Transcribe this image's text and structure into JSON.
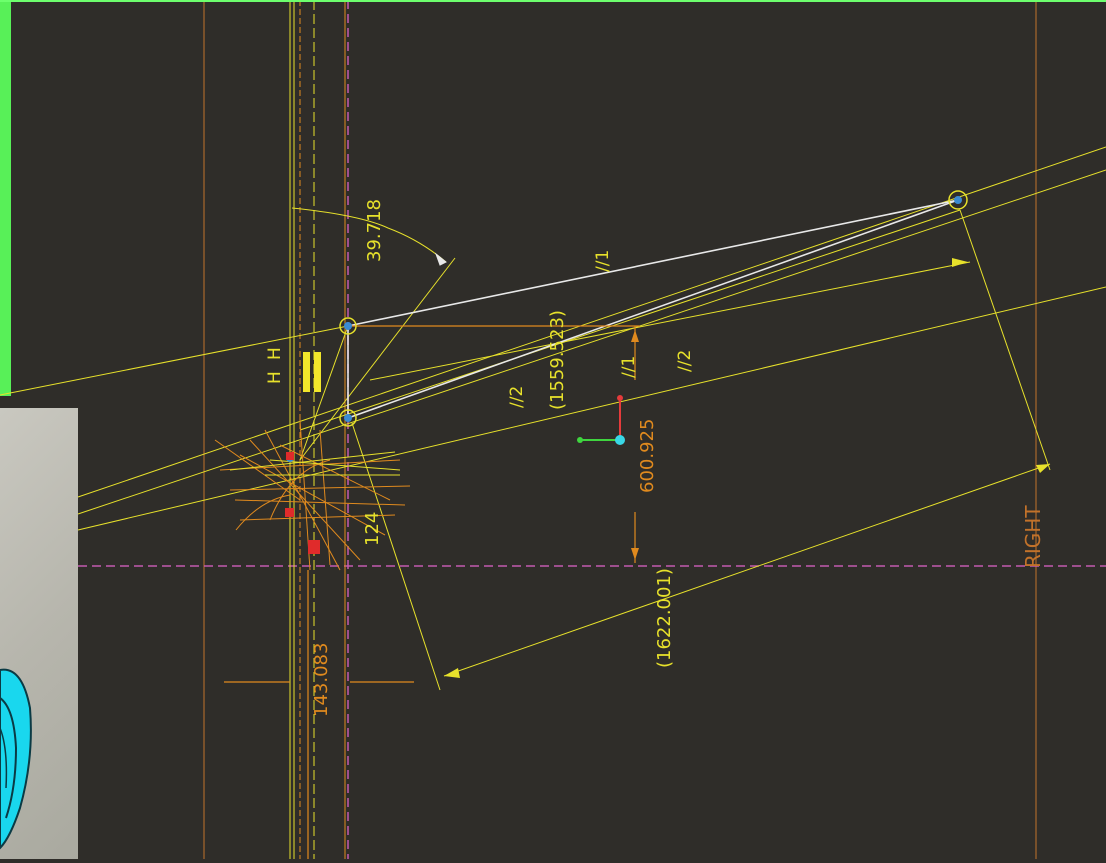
{
  "viewport": {
    "labels": {
      "angle": "39.718",
      "dim_vertical_1": "(1559.523)",
      "dim_vertical_2": "600.925",
      "dim_diagonal": "(1622.001)",
      "dim_small": "124",
      "dim_bottom": "143.083",
      "plane_right": "RIGHT",
      "constraint_1a": "//1",
      "constraint_1b": "//1",
      "constraint_2a": "//2",
      "constraint_2b": "//2",
      "constraint_h1": "H",
      "constraint_h2": "H"
    },
    "colors": {
      "background": "#2f2d29",
      "sketch_yellow": "#e7e12b",
      "dimension_orange": "#e08a1e",
      "reference_magenta": "#c45bb0",
      "selected_white": "#e8e8e8",
      "axis_red": "#e53b3b",
      "axis_green": "#3fd53f",
      "axis_cyan": "#39d7e6"
    }
  },
  "preview_panel": {
    "icon": "cyan-part-icon"
  }
}
